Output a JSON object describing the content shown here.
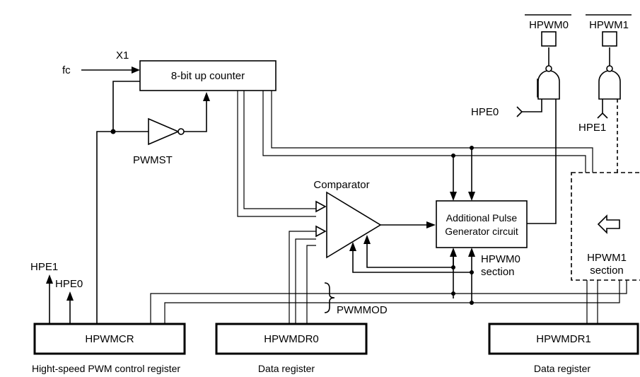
{
  "labels": {
    "counter": "8-bit up counter",
    "x1": "X1",
    "fc": "fc",
    "pwmst": "PWMST",
    "comparator": "Comparator",
    "additional_pulse_line1": "Additional Pulse",
    "additional_pulse_line2": "Generator circuit",
    "hpwm0_section_line1": "HPWM0",
    "hpwm0_section_line2": "section",
    "hpwm1_section_line1": "HPWM1",
    "hpwm1_section_line2": "section",
    "hpwm0_pin": "HPWM0",
    "hpwm1_pin": "HPWM1",
    "hpe0_gate": "HPE0",
    "hpe1_gate": "HPE1",
    "hpe1_out": "HPE1",
    "hpe0_out": "HPE0",
    "pwmmod": "PWMMOD",
    "hpwmcr": "HPWMCR",
    "hpwmdr0": "HPWMDR0",
    "hpwmdr1": "HPWMDR1",
    "hpwmcr_caption": "Hight-speed PWM control register",
    "hpwmdr0_caption": "Data register",
    "hpwmdr1_caption": "Data register"
  },
  "icons": [
    "hollow-left-arrow-icon"
  ]
}
